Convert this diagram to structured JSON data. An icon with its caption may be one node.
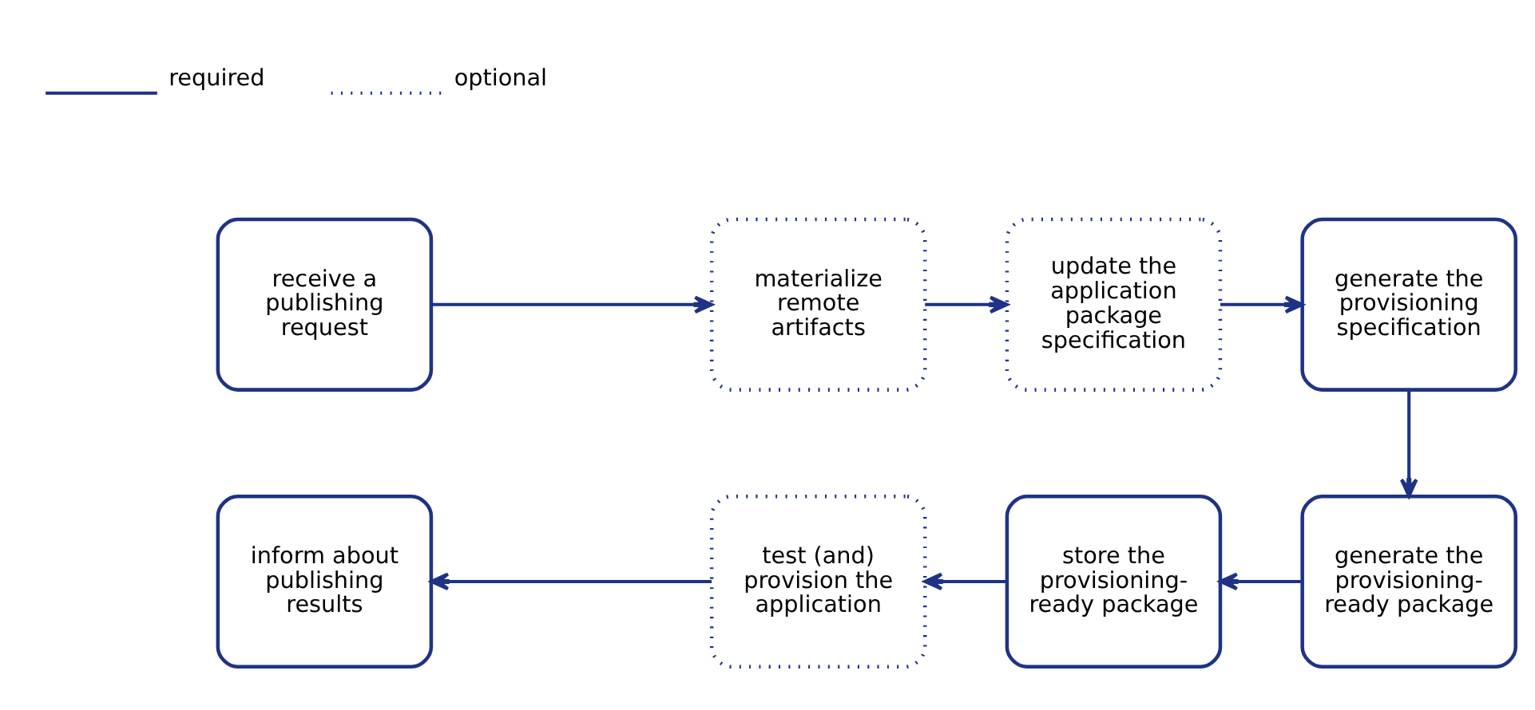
{
  "diagram": {
    "nodes": [
      {
        "text": [
          "receive a publishing request"
        ]
      },
      {
        "text": [
          "materialize remote artifacts"
        ]
      },
      {
        "text": [
          "update the application package specification"
        ]
      },
      {
        "text": [
          "generate the provisioning specification"
        ]
      },
      {
        "text": [
          "inform about publishing results"
        ]
      },
      {
        "text": [
          "test (and) provision the application"
        ]
      },
      {
        "text": [
          "store the provisioning-ready package"
        ]
      },
      {
        "text": [
          "generate the provisioning-ready package"
        ]
      }
    ],
    "edges": [
      {
        "from": 0,
        "to": 1,
        "arrow": "to"
      },
      {
        "from": 1,
        "to": 2,
        "arrow": "to"
      },
      {
        "from": 2,
        "to": 3,
        "arrow": "to"
      },
      {
        "from": 3,
        "to": 7,
        "arrow": "to"
      },
      {
        "from": 7,
        "to": 6,
        "arrow": "to"
      },
      {
        "from": 6,
        "to": 5,
        "arrow": "to"
      },
      {
        "from": 5,
        "to": 4,
        "arrow": "to"
      }
    ],
    "legend": [
      {
        "text": "required"
      },
      {
        "text": "optional"
      }
    ]
  }
}
